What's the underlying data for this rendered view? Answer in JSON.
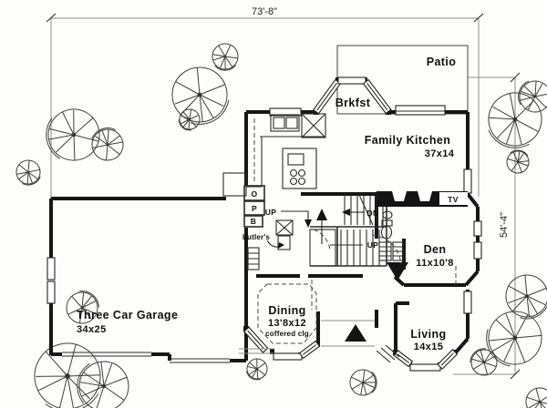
{
  "drawing": {
    "type": "house floor plan, first floor",
    "dimensions": {
      "width": "73'-8\"",
      "depth": "54'-4\""
    },
    "rooms": {
      "patio": {
        "name": "Patio"
      },
      "brkfst": {
        "name": "Brkfst"
      },
      "family_kitchen": {
        "name": "Family Kitchen",
        "size": "37x14"
      },
      "den": {
        "name": "Den",
        "size": "11x10'8"
      },
      "living": {
        "name": "Living",
        "size": "14x15"
      },
      "dining": {
        "name": "Dining",
        "size": "13'8x12",
        "ceiling": "coffered clg"
      },
      "garage": {
        "name": "Three Car Garage",
        "size": "34x25"
      }
    },
    "labels": {
      "butlers_pantry": "butler's",
      "tv": "TV",
      "stair_up_upper": "UP",
      "stair_down": "DN",
      "stair_up_lower": "UP",
      "oven": "O",
      "pantry": "P",
      "broom": "B"
    },
    "colors": {
      "walls": "#161616",
      "site_lines": "#8d8d8d",
      "background": "#fdfdfb"
    }
  }
}
